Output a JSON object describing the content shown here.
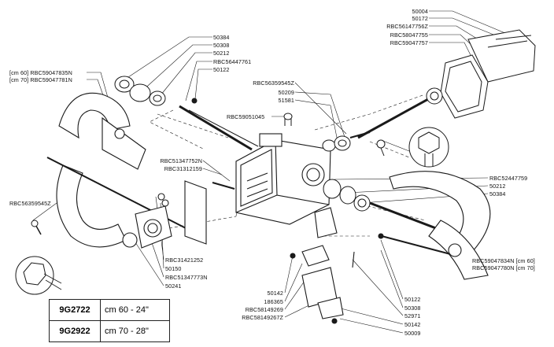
{
  "labels": {
    "top_right": [
      "50004",
      "50172",
      "RBC56147756Z",
      "RBC58047755",
      "RBC59047757"
    ],
    "top_mid": [
      "50384",
      "50308",
      "50212",
      "RBC56447761",
      "50122"
    ],
    "left_top": [
      "[cm 60]  RBC59047835N",
      "[cm 70]  RBC59047781N"
    ],
    "mid_upper": [
      "RBC56359545Z",
      "50209",
      "51581"
    ],
    "rbc59051045": "RBC59051045",
    "mid_left": [
      "RBC51347752N",
      "RBC31312159"
    ],
    "right_mid": [
      "RBC52447759",
      "50212",
      "50384"
    ],
    "left_bolt": "RBC56359545Z",
    "bottom_left": [
      "RBC31421252",
      "50150",
      "RBC51347773N",
      "50241"
    ],
    "bottom_center": [
      "50142",
      "186365",
      "RBC58149269",
      "RBC58149267Z"
    ],
    "bottom_right": [
      "50122",
      "50308",
      "52971",
      "50142",
      "50009"
    ],
    "right_lower": [
      "RBC59047834N  [cm 60]",
      "RBC59047780N  [cm 70]"
    ]
  },
  "models": [
    {
      "code": "9G2722",
      "size": "cm 60 - 24\""
    },
    {
      "code": "9G2922",
      "size": "cm 70 - 28\""
    }
  ]
}
